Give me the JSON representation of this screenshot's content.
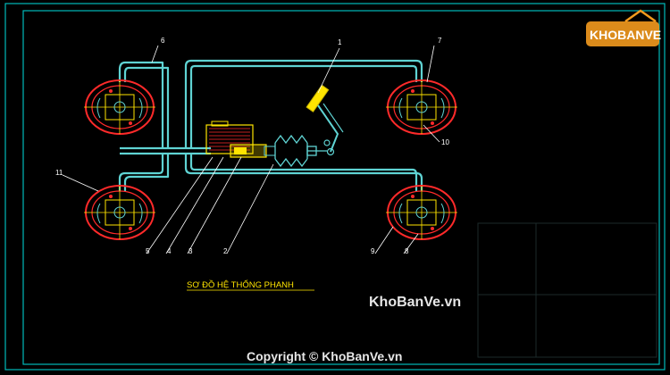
{
  "diagram": {
    "title": "SƠ ĐỒ HỆ THỐNG PHANH",
    "callouts": [
      "1",
      "2",
      "3",
      "4",
      "5",
      "6",
      "7",
      "8",
      "9",
      "10",
      "11"
    ]
  },
  "watermark": {
    "logo_text": "KHOBANVE",
    "site": "KhoBanVe.vn",
    "copyright": "Copyright © KhoBanVe.vn"
  },
  "colors": {
    "frame": "#00c8c8",
    "pipe": "#5fd3d3",
    "drum_red": "#ff2a2a",
    "brake_yellow": "#ffe400",
    "leader_white": "#ffffff",
    "label_yellow": "#ffe400",
    "logo_orange": "#f39a1e"
  }
}
